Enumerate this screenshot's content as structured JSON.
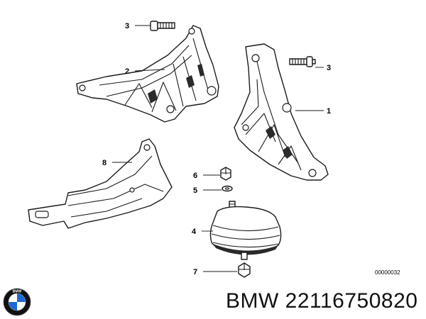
{
  "diagram": {
    "callouts": [
      {
        "id": "1",
        "label": "1"
      },
      {
        "id": "2",
        "label": "2"
      },
      {
        "id": "3a",
        "label": "3"
      },
      {
        "id": "3b",
        "label": "3"
      },
      {
        "id": "4",
        "label": "4"
      },
      {
        "id": "5",
        "label": "5"
      },
      {
        "id": "6",
        "label": "6"
      },
      {
        "id": "7",
        "label": "7"
      },
      {
        "id": "8",
        "label": "8"
      }
    ],
    "reference_code": "00000032"
  },
  "brand": {
    "logo_letters": "BMW",
    "logo_colors": {
      "blue": "#1c69d4",
      "ring": "#111111"
    }
  },
  "part_number_text": "BMW 22116750820"
}
